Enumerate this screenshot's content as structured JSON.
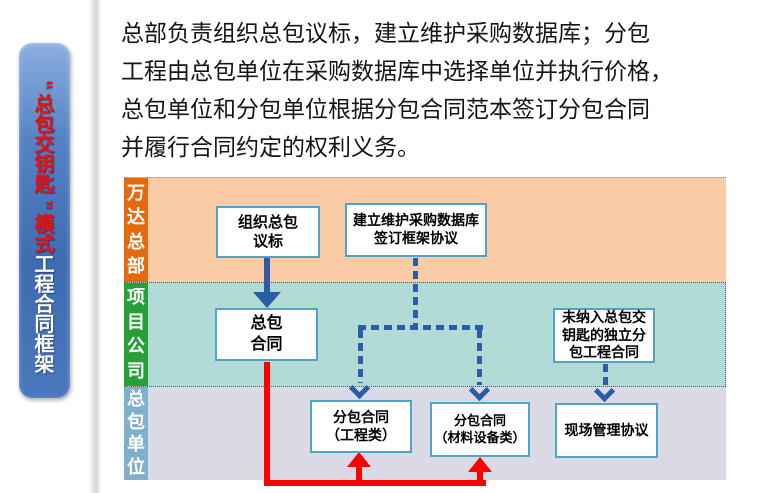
{
  "banner": {
    "red_text": "“总包交钥匙”模式",
    "white_text": "工程合同框架"
  },
  "intro": {
    "lines": [
      "总部负责组织总包议标，建立维护采购数据库；分包",
      "工程由总包单位在采购数据库中选择单位并执行价格，",
      "总包单位和分包单位根据分包合同范本签订分包合同",
      "并履行合同约定的权利义务。"
    ]
  },
  "diagram": {
    "bands": [
      {
        "label": "万达总部",
        "label_bg": "#E56A0F",
        "fill": "#FACBA4"
      },
      {
        "label": "项目公司",
        "label_bg": "#27A03A",
        "fill": "#B2DAD6"
      },
      {
        "label": "总包单位",
        "label_bg": "#7FB0CB",
        "fill": "#D9DAE6"
      }
    ],
    "boxes": {
      "organize_bidding": "组织总包\n议标",
      "database_framework": "建立维护采购数据库\n签订框架协议",
      "gc_contract": "总包\n合同",
      "independent_sub": "未纳入总包交\n钥匙的独立分\n包工程合同",
      "sub_engineering": "分包合同\n（工程类）",
      "sub_materials": "分包合同\n（材料设备类）",
      "site_management": "现场管理协议"
    },
    "colors": {
      "arrow_blue": "#2A5CA8",
      "arrow_red": "#FF0000",
      "box_border": "#4FA5C6"
    }
  }
}
